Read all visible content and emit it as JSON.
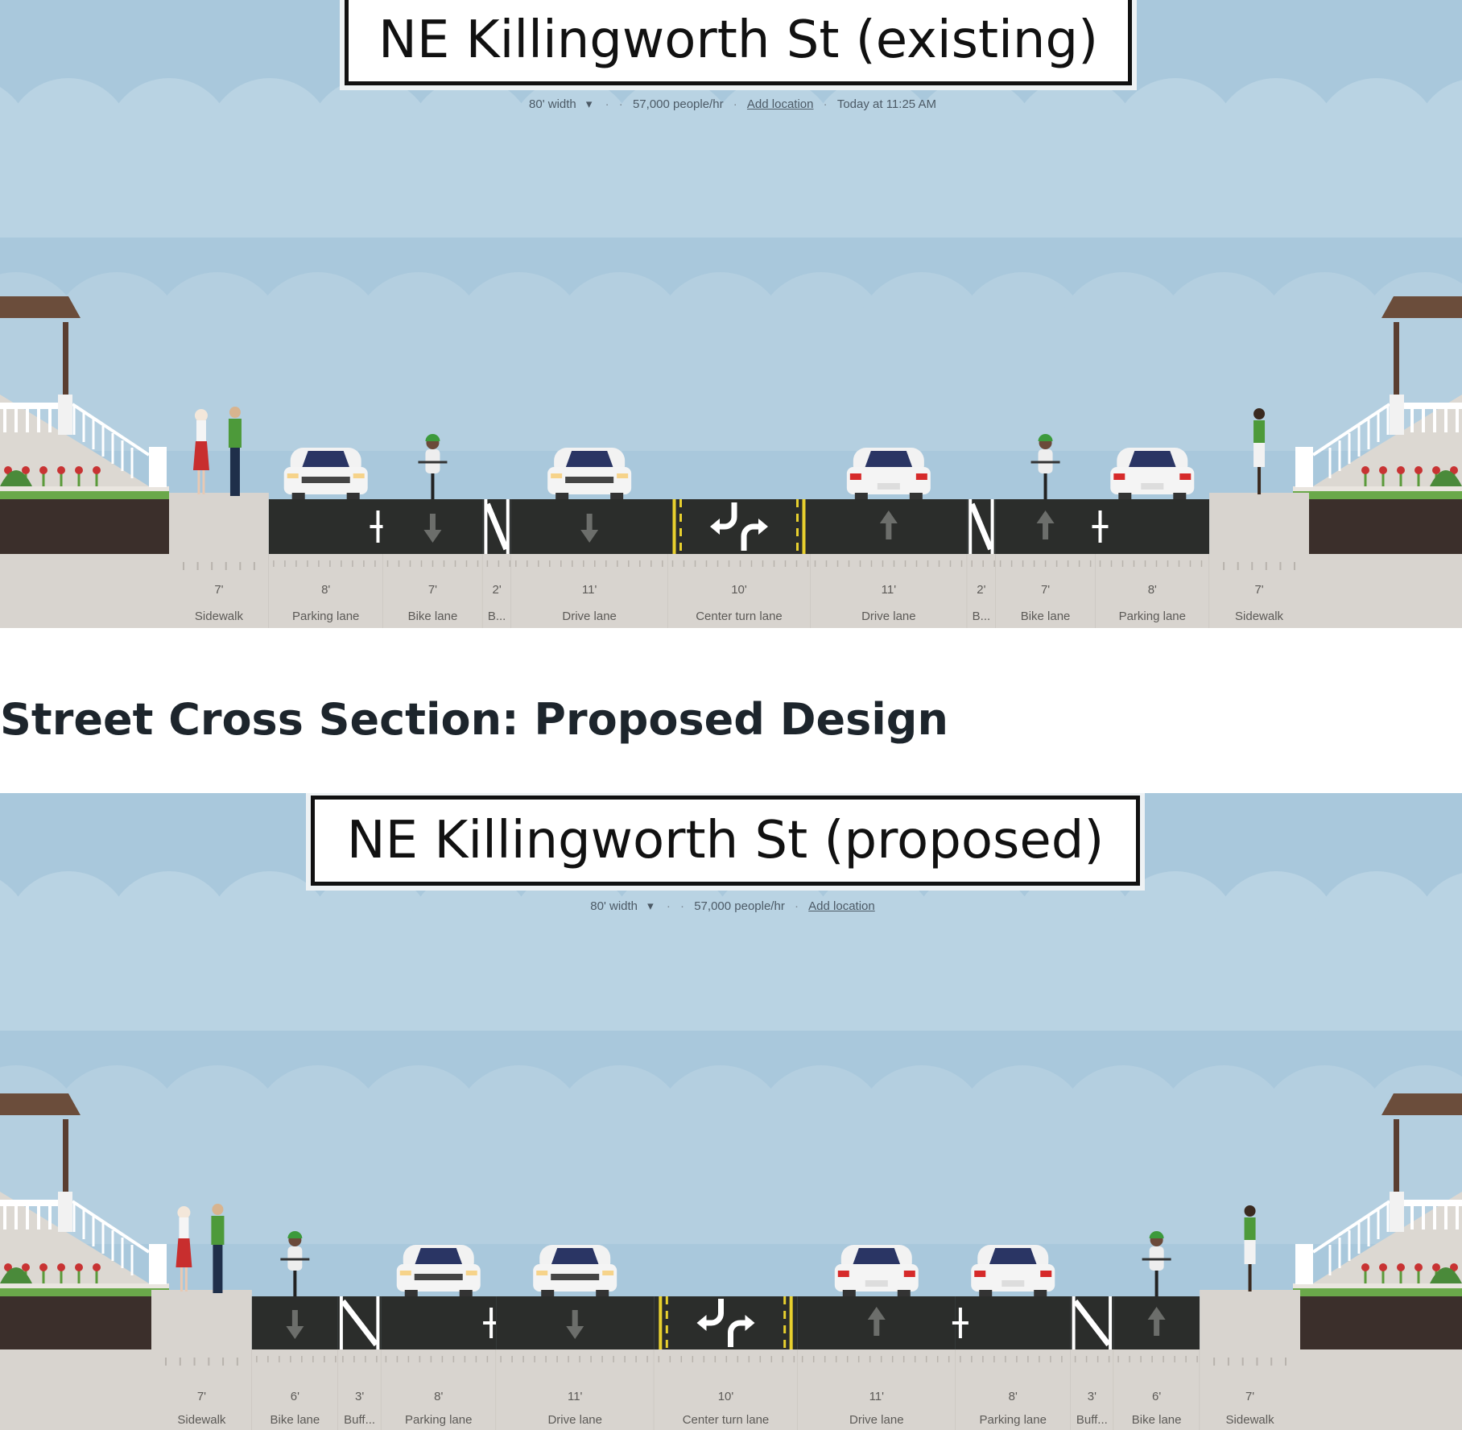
{
  "section_heading": "Street Cross Section: Proposed Design",
  "colors": {
    "sky": "#a9c8dc",
    "asphalt": "#2b2d2b",
    "concrete": "#d8d4cf",
    "soil": "#3b2f2b",
    "yellow_marking": "#e8d02e",
    "grass": "#5a9a3a"
  },
  "existing": {
    "title": "NE Killingworth St (existing)",
    "meta": {
      "width": "80' width",
      "dropdown_icon": "caret-down-icon",
      "capacity": "57,000 people/hr",
      "location_link": "Add location",
      "timestamp": "Today at 11:25 AM"
    },
    "segments": [
      {
        "width_ft": 7,
        "width_label": "7'",
        "name": "Sidewalk",
        "type": "sidewalk"
      },
      {
        "width_ft": 8,
        "width_label": "8'",
        "name": "Parking lane",
        "type": "parking",
        "direction": "inbound"
      },
      {
        "width_ft": 7,
        "width_label": "7'",
        "name": "Bike lane",
        "type": "bike",
        "direction": "inbound"
      },
      {
        "width_ft": 2,
        "width_label": "2'",
        "name": "B...",
        "type": "buffer"
      },
      {
        "width_ft": 11,
        "width_label": "11'",
        "name": "Drive lane",
        "type": "drive",
        "direction": "inbound"
      },
      {
        "width_ft": 10,
        "width_label": "10'",
        "name": "Center turn lane",
        "type": "turn"
      },
      {
        "width_ft": 11,
        "width_label": "11'",
        "name": "Drive lane",
        "type": "drive",
        "direction": "outbound"
      },
      {
        "width_ft": 2,
        "width_label": "2'",
        "name": "B...",
        "type": "buffer"
      },
      {
        "width_ft": 7,
        "width_label": "7'",
        "name": "Bike lane",
        "type": "bike",
        "direction": "outbound"
      },
      {
        "width_ft": 8,
        "width_label": "8'",
        "name": "Parking lane",
        "type": "parking",
        "direction": "outbound"
      },
      {
        "width_ft": 7,
        "width_label": "7'",
        "name": "Sidewalk",
        "type": "sidewalk",
        "people": "single"
      }
    ]
  },
  "proposed": {
    "title": "NE Killingworth St (proposed)",
    "meta": {
      "width": "80' width",
      "dropdown_icon": "caret-down-icon",
      "capacity": "57,000 people/hr",
      "location_link": "Add location"
    },
    "segments": [
      {
        "width_ft": 7,
        "width_label": "7'",
        "name": "Sidewalk",
        "type": "sidewalk"
      },
      {
        "width_ft": 6,
        "width_label": "6'",
        "name": "Bike lane",
        "type": "bike",
        "direction": "inbound"
      },
      {
        "width_ft": 3,
        "width_label": "3'",
        "name": "Buff...",
        "type": "buffer"
      },
      {
        "width_ft": 8,
        "width_label": "8'",
        "name": "Parking lane",
        "type": "parking",
        "direction": "inbound"
      },
      {
        "width_ft": 11,
        "width_label": "11'",
        "name": "Drive lane",
        "type": "drive",
        "direction": "inbound"
      },
      {
        "width_ft": 10,
        "width_label": "10'",
        "name": "Center turn lane",
        "type": "turn"
      },
      {
        "width_ft": 11,
        "width_label": "11'",
        "name": "Drive lane",
        "type": "drive",
        "direction": "outbound"
      },
      {
        "width_ft": 8,
        "width_label": "8'",
        "name": "Parking lane",
        "type": "parking",
        "direction": "outbound"
      },
      {
        "width_ft": 3,
        "width_label": "3'",
        "name": "Buff...",
        "type": "buffer"
      },
      {
        "width_ft": 6,
        "width_label": "6'",
        "name": "Bike lane",
        "type": "bike",
        "direction": "outbound"
      },
      {
        "width_ft": 7,
        "width_label": "7'",
        "name": "Sidewalk",
        "type": "sidewalk",
        "people": "single"
      }
    ]
  }
}
